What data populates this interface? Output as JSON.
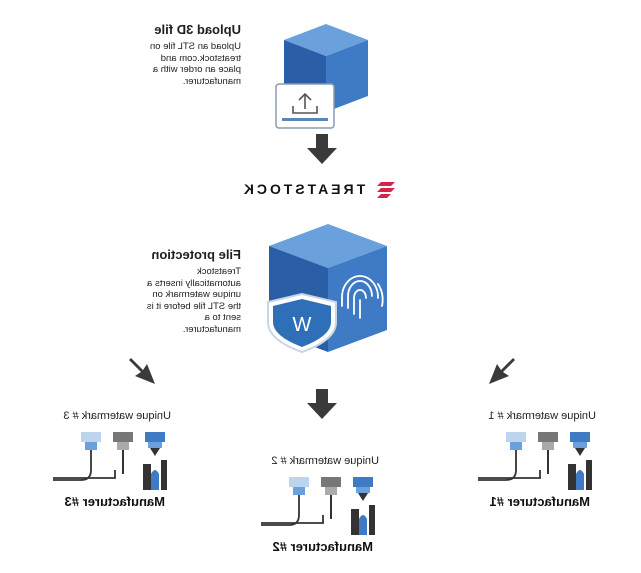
{
  "upload": {
    "title": "Upload 3D file",
    "description": "Upload an STL file on treatstock.com and place an order with a manufacturer."
  },
  "brand": {
    "name": "TREATSTOCK",
    "color": "#d6234a"
  },
  "protection": {
    "title": "File protection",
    "description": "Treatstock automatically inserts a unique watermark on the STL file before it is sent to a manufacturer.",
    "shield_letter": "W"
  },
  "manufacturers": [
    {
      "watermark_label": "Unique watermark # 1",
      "name": "Manufacturer #1"
    },
    {
      "watermark_label": "Unique watermark # 2",
      "name": "Manufacturer #2"
    },
    {
      "watermark_label": "Unique watermark # 3",
      "name": "Manufacturer #3"
    }
  ],
  "colors": {
    "cube_top": "#6aa0dc",
    "cube_left": "#3f7ac4",
    "cube_right": "#2a5fa8",
    "arrow": "#3a3a3a",
    "shield": "#2e6fb7"
  },
  "icons": [
    "cube-icon",
    "upload-icon",
    "down-arrow-icon",
    "treatstock-logo-icon",
    "fingerprint-icon",
    "shield-icon",
    "manufacturer-machines-icon"
  ]
}
